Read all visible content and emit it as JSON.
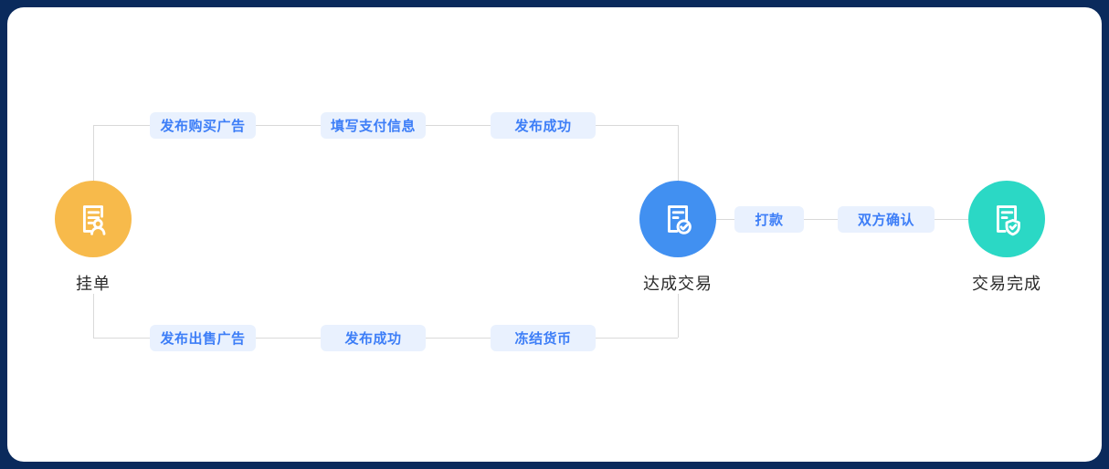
{
  "page": {
    "background_color": "#0A2A5C",
    "card_background_color": "#FFFFFF"
  },
  "colors": {
    "pill_background": "#E9F1FE",
    "pill_text": "#3D7EF7",
    "connector_line": "#D9D9D9",
    "node_label_text": "#2B2B2B",
    "node_place_order": "#F7BA4B",
    "node_deal_reached": "#4190F1",
    "node_trade_complete": "#2BD8C5"
  },
  "flow": {
    "nodes": [
      {
        "label": "挂单",
        "color": "#F7BA4B",
        "icon": "document-user-icon"
      },
      {
        "label": "达成交易",
        "color": "#4190F1",
        "icon": "document-check-icon"
      },
      {
        "label": "交易完成",
        "color": "#2BD8C5",
        "icon": "document-shield-icon"
      }
    ],
    "top_path": [
      "发布购买广告",
      "填写支付信息",
      "发布成功"
    ],
    "bottom_path": [
      "发布出售广告",
      "发布成功",
      "冻结货币"
    ],
    "right_path": [
      "打款",
      "双方确认"
    ]
  }
}
